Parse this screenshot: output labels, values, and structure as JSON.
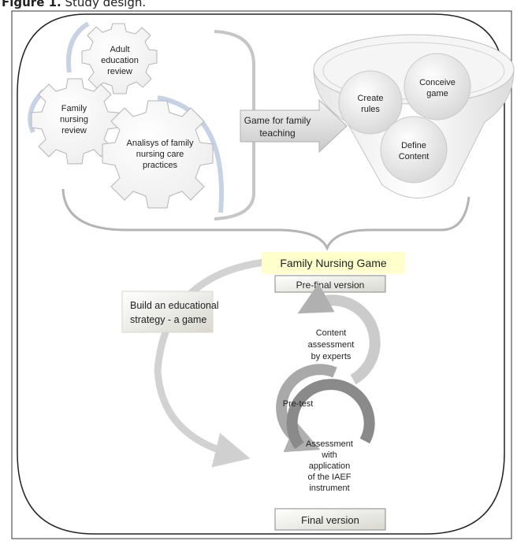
{
  "caption": {
    "label": "Figure 1.",
    "text": "Study design."
  },
  "gears": [
    {
      "lines": [
        "Adult",
        "education",
        "review"
      ]
    },
    {
      "lines": [
        "Family",
        "nursing",
        "review"
      ]
    },
    {
      "lines": [
        "Analisys of family",
        "nursing care",
        "practices"
      ]
    }
  ],
  "arrow_label": [
    "Game for family",
    "teaching"
  ],
  "funnel_circles": [
    {
      "lines": [
        "Create",
        "rules"
      ]
    },
    {
      "lines": [
        "Conceive",
        "game"
      ]
    },
    {
      "lines": [
        "Define",
        "Content"
      ]
    }
  ],
  "game_title": "Family Nursing Game",
  "pre_final": "Pre-final version",
  "strategy_box": [
    "Build an educational",
    "strategy - a game"
  ],
  "cycle": [
    {
      "lines": [
        "Content",
        "assessment",
        "by experts"
      ]
    },
    {
      "lines": [
        "Pre-test"
      ]
    },
    {
      "lines": [
        "Assessment",
        "with",
        "application",
        "of the IAEF",
        "instrument"
      ]
    }
  ],
  "final_version": "Final version",
  "colors": {
    "highlight": "#ffffcc",
    "arrow": "#c8c8c8",
    "cycle_dark": "#8a8a8a"
  }
}
